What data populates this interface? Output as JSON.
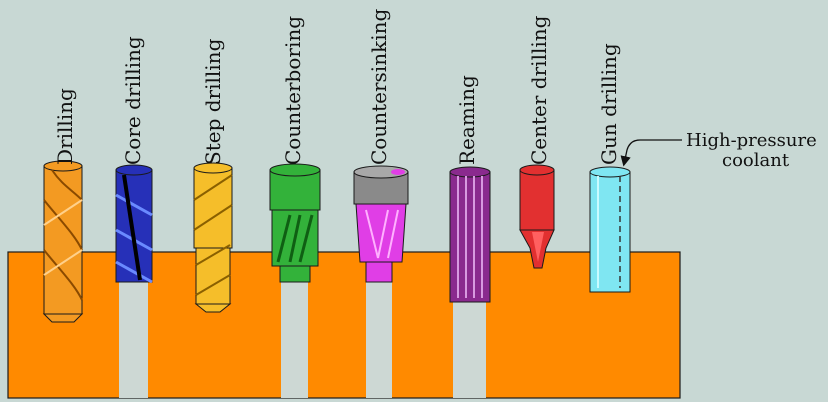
{
  "colors": {
    "background": "#c8d8d4",
    "workpiece": "#ff8a00",
    "hole": "#cdd8d4",
    "outline": "#1a1a1a"
  },
  "tools": [
    {
      "key": "drilling",
      "label": "Drilling",
      "color": "#f39a22",
      "icon": "twist-drill-icon"
    },
    {
      "key": "core-drilling",
      "label": "Core drilling",
      "color": "#2630b8",
      "icon": "core-drill-icon"
    },
    {
      "key": "step-drilling",
      "label": "Step drilling",
      "color": "#f5be2a",
      "icon": "step-drill-icon"
    },
    {
      "key": "counterboring",
      "label": "Counterboring",
      "color": "#33b23a",
      "icon": "counterbore-icon"
    },
    {
      "key": "countersinking",
      "label": "Countersinking",
      "color": "#e03ee6",
      "icon": "countersink-icon"
    },
    {
      "key": "reaming",
      "label": "Reaming",
      "color": "#8a2a8e",
      "icon": "reamer-icon"
    },
    {
      "key": "center-drilling",
      "label": "Center drilling",
      "color": "#e23030",
      "icon": "center-drill-icon"
    },
    {
      "key": "gun-drilling",
      "label": "Gun drilling",
      "color": "#7fe6f2",
      "icon": "gun-drill-icon"
    }
  ],
  "annotation": {
    "line1": "High-pressure",
    "line2": "coolant"
  }
}
